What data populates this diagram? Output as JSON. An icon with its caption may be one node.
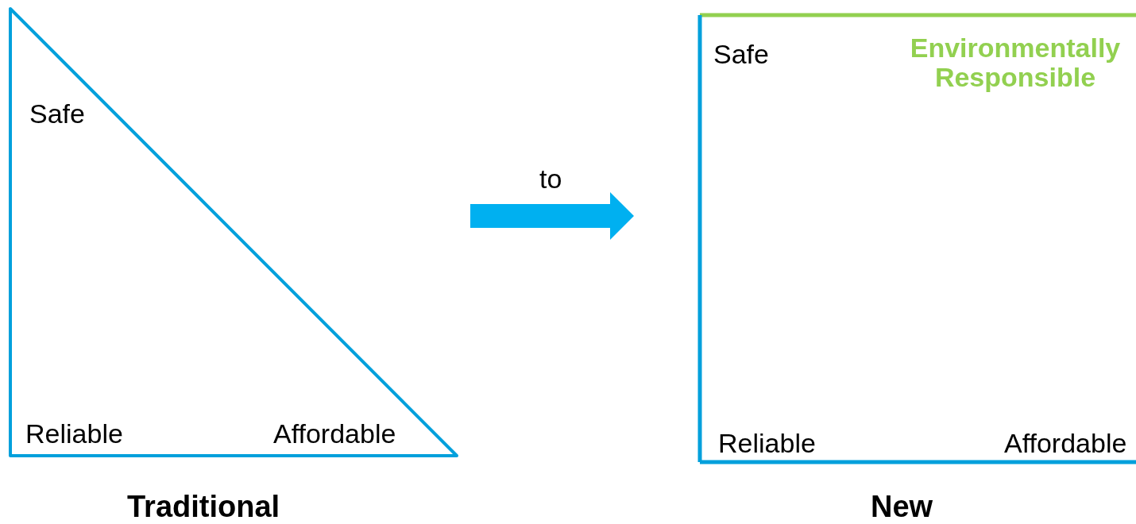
{
  "diagram": {
    "nodes": [
      {
        "text": [
          "Safe",
          "Reliable",
          "Affordable",
          "Traditional"
        ]
      },
      {
        "text": [
          "Safe",
          "Environmentally Responsible",
          "Reliable",
          "Affordable",
          "New"
        ]
      }
    ],
    "edges": [
      {
        "from": 0,
        "to": 1,
        "arrow": "to",
        "label": "to",
        "style": "thick"
      }
    ]
  }
}
